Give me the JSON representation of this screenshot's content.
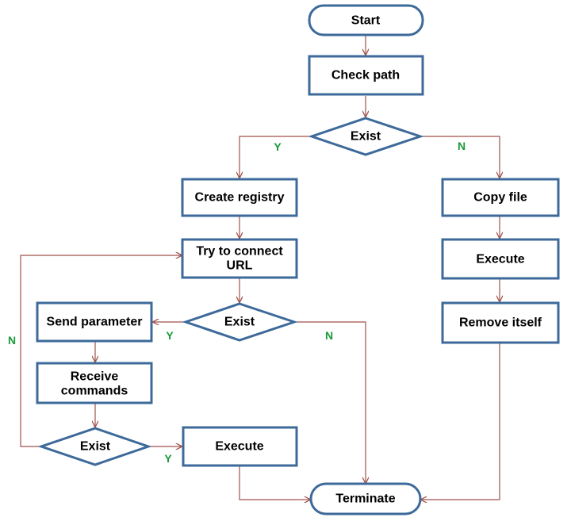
{
  "flowchart": {
    "nodes": {
      "start": "Start",
      "check_path": "Check path",
      "exist_top": "Exist",
      "create_registry": "Create registry",
      "try_connect": [
        "Try to connect",
        "URL"
      ],
      "exist_mid": "Exist",
      "send_parameter": "Send parameter",
      "receive_commands": [
        "Receive",
        "commands"
      ],
      "exist_low": "Exist",
      "execute_left": "Execute",
      "copy_file": "Copy file",
      "execute_right": "Execute",
      "remove_itself": "Remove itself",
      "terminate": "Terminate"
    },
    "edge_labels": {
      "top_yes": "Y",
      "top_no": "N",
      "mid_yes": "Y",
      "mid_no": "N",
      "low_yes": "Y",
      "low_no": "N"
    }
  },
  "colors": {
    "shape_stroke": "#3d6a9a",
    "edge_stroke": "#a0524a",
    "label_green": "#1a9a3a"
  }
}
